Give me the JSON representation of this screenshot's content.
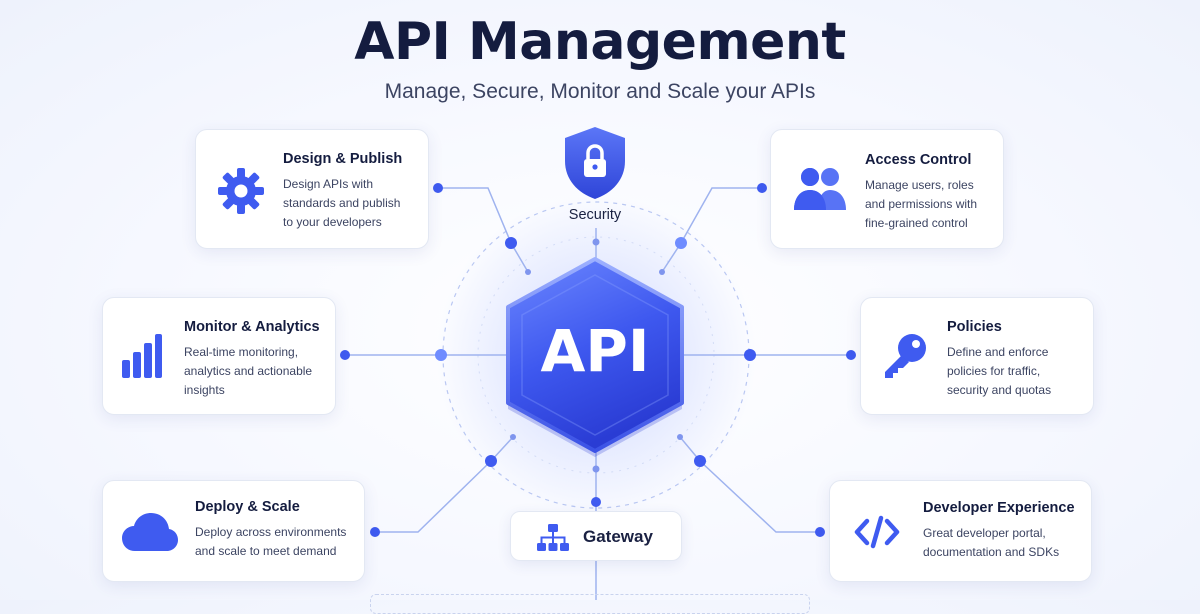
{
  "header": {
    "title": "API Management",
    "subtitle": "Manage, Secure, Monitor and Scale your APIs"
  },
  "center": {
    "label": "API",
    "security_label": "Security",
    "gateway_label": "Gateway"
  },
  "cards": {
    "design": {
      "title": "Design & Publish",
      "lines": [
        "Design APIs with",
        "standards and publish",
        "to your developers"
      ],
      "icon": "gear-icon"
    },
    "access": {
      "title": "Access Control",
      "lines": [
        "Manage users, roles",
        "and permissions with",
        "fine-grained control"
      ],
      "icon": "users-icon"
    },
    "monitor": {
      "title": "Monitor & Analytics",
      "lines": [
        "Real-time monitoring,",
        "analytics and actionable",
        "insights"
      ],
      "icon": "bar-chart-icon"
    },
    "policies": {
      "title": "Policies",
      "lines": [
        "Define and enforce",
        "policies for traffic,",
        "security and quotas"
      ],
      "icon": "key-icon"
    },
    "deploy": {
      "title": "Deploy & Scale",
      "lines": [
        "Deploy across environments",
        "and scale to meet demand"
      ],
      "icon": "cloud-icon"
    },
    "devexp": {
      "title": "Developer Experience",
      "lines": [
        "Great developer portal,",
        "documentation and SDKs"
      ],
      "icon": "code-icon"
    }
  },
  "colors": {
    "accent": "#3f5bf0",
    "accent_dark": "#2b3fd6",
    "accent_light": "#6f8cff",
    "line": "#9fb3ef",
    "title": "#141c3f"
  }
}
